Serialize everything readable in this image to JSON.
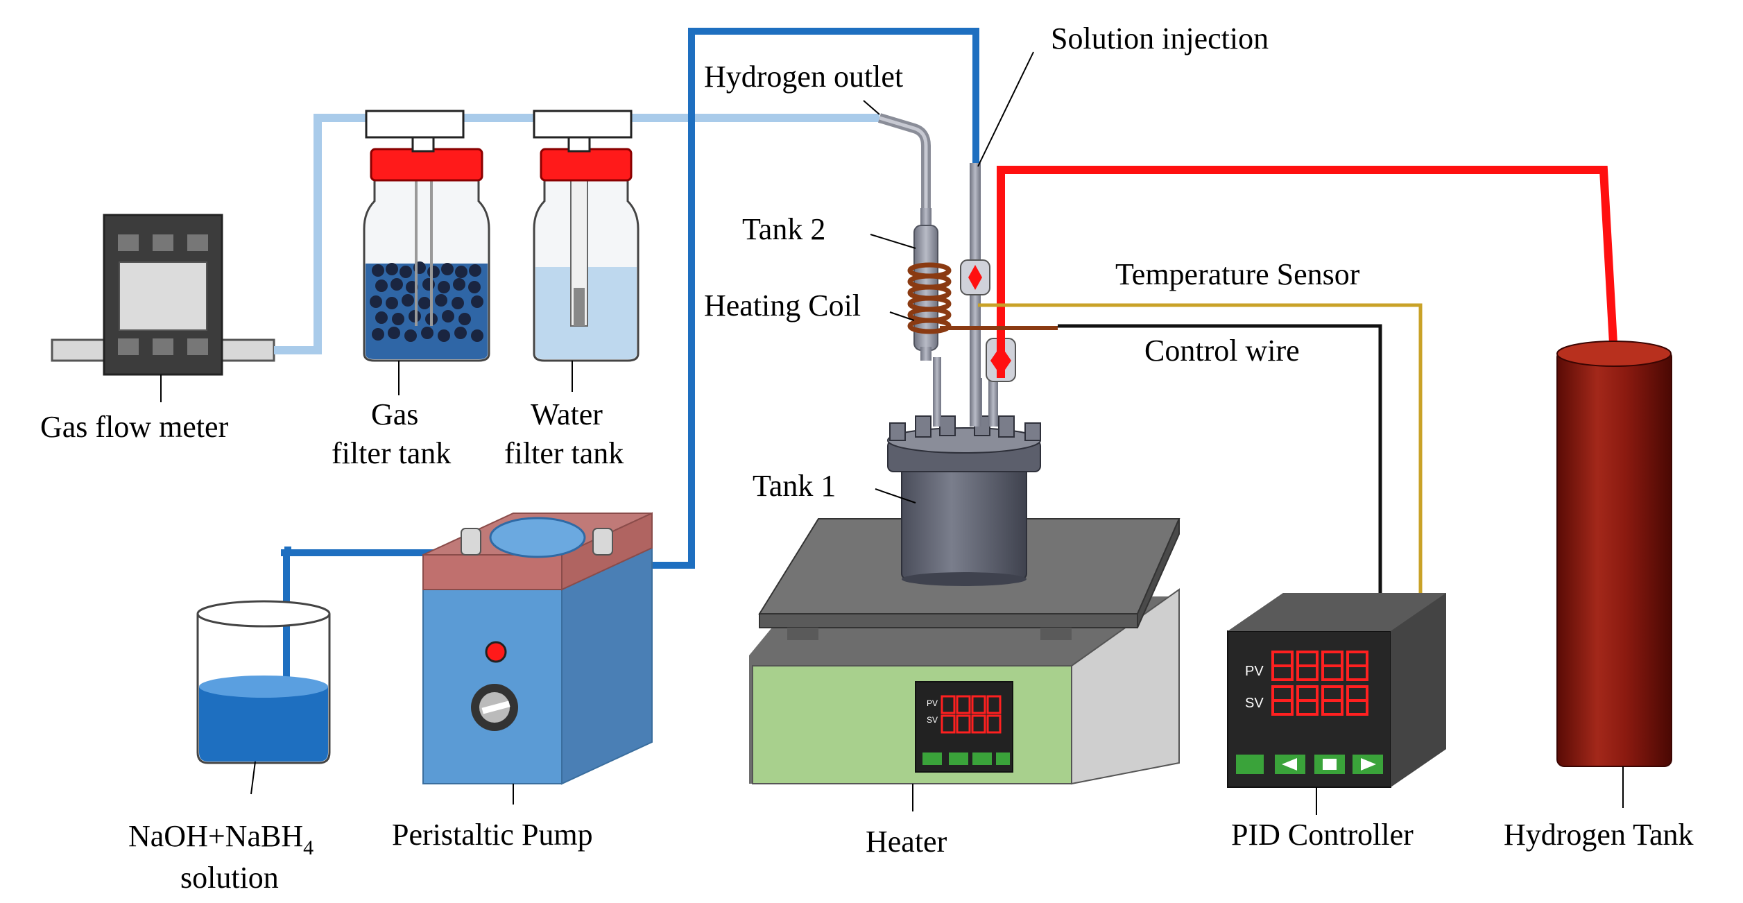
{
  "labels": {
    "solution_injection": "Solution injection",
    "hydrogen_outlet": "Hydrogen outlet",
    "tank2": "Tank 2",
    "heating_coil": "Heating Coil",
    "temperature_sensor": "Temperature Sensor",
    "control_wire": "Control wire",
    "tank1": "Tank 1",
    "gas_flow_meter": "Gas flow meter",
    "gas_filter_tank_line1": "Gas",
    "gas_filter_tank_line2": "filter tank",
    "water_filter_tank_line1": "Water",
    "water_filter_tank_line2": "filter tank",
    "solution_line1_a": "NaOH+NaBH",
    "solution_line1_sub": "4",
    "solution_line2": "solution",
    "peristaltic_pump": "Peristaltic Pump",
    "heater": "Heater",
    "pid_controller": "PID Controller",
    "hydrogen_tank": "Hydrogen Tank"
  },
  "display": {
    "pv": "PV",
    "sv": "SV",
    "pv_small": "PV",
    "sv_small": "SV"
  },
  "colors": {
    "blue_pipe": "#1e6fc0",
    "light_blue_pipe": "#a9cbea",
    "red_pipe": "#ff1010",
    "sensor_wire": "#c9a227",
    "control_wire": "#111111",
    "coil": "#a0522d",
    "hydrogen_tank": "#8b1a10",
    "heater_body": "#a8d08d",
    "pump_body": "#5b9bd5"
  }
}
